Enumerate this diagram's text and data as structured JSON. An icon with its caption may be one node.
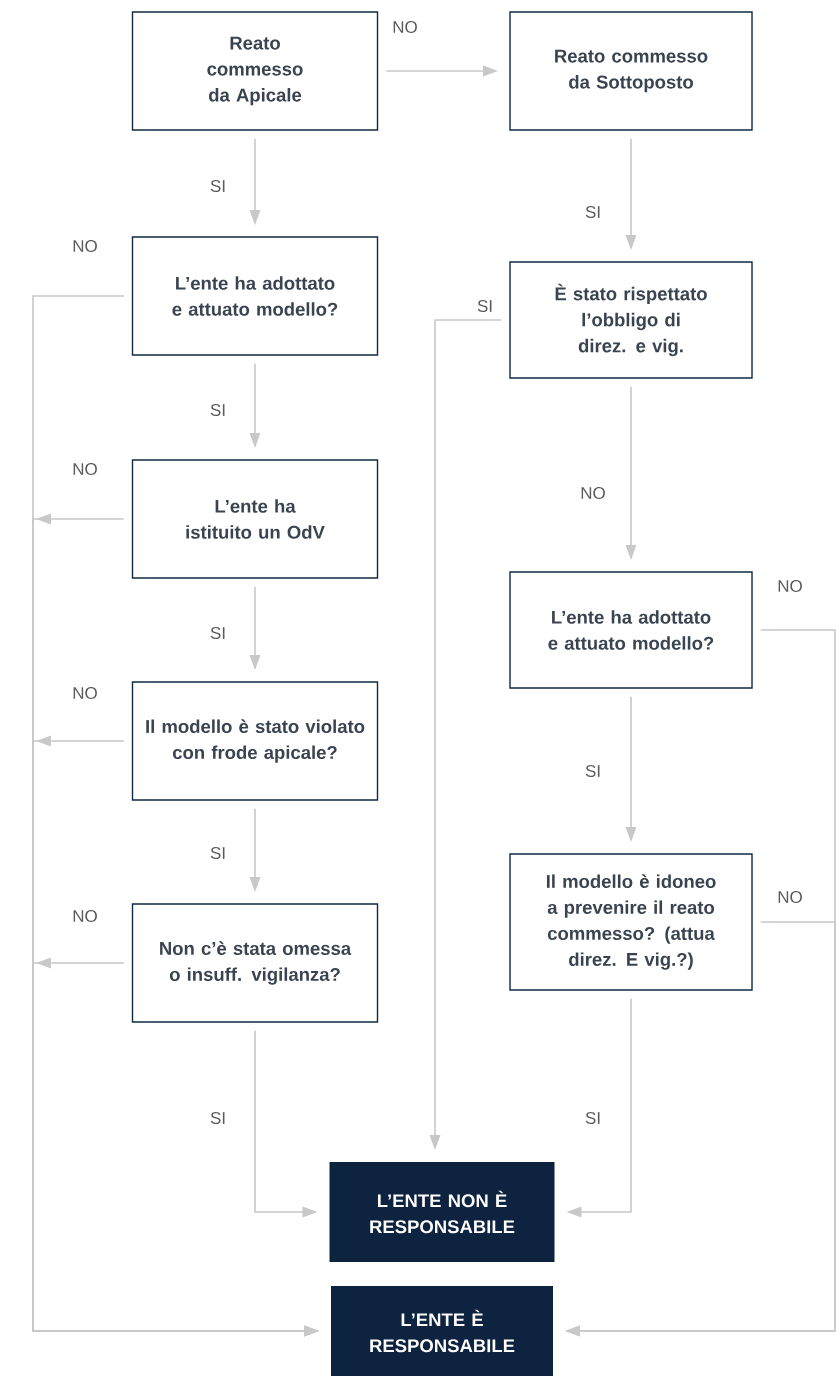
{
  "diagram": {
    "nodes": [
      {
        "text": [
          "Reato commesso da Apicale"
        ]
      },
      {
        "text": [
          "Reato commesso da Sottoposto"
        ]
      },
      {
        "text": [
          "L’ente ha adottato e attuato modello?"
        ]
      },
      {
        "text": [
          "È stato rispettato l’obbligo di direz. e vig."
        ]
      },
      {
        "text": [
          "L’ente ha istituito un OdV"
        ]
      },
      {
        "text": [
          "L’ente ha adottato e attuato modello?"
        ]
      },
      {
        "text": [
          "Il modello è stato violato con frode apicale?"
        ]
      },
      {
        "text": [
          "Il modello è idoneo a prevenire il reato commesso? (attua direz. E vig.?)"
        ]
      },
      {
        "text": [
          "Non c’è stata omessa o insuff. vigilanza?"
        ]
      },
      {
        "text": [
          "L’ENTE NON È RESPONSABILE"
        ]
      },
      {
        "text": [
          "L’ENTE È RESPONSABILE"
        ]
      }
    ],
    "edges": [
      {
        "from": 0,
        "to": 1,
        "arrow": "to",
        "label": "NO"
      },
      {
        "from": 0,
        "to": 2,
        "arrow": "to",
        "label": "SI"
      },
      {
        "from": 1,
        "to": 3,
        "arrow": "to",
        "label": "SI"
      },
      {
        "from": 2,
        "to": 10,
        "arrow": "to",
        "label": "NO"
      },
      {
        "from": 3,
        "to": 9,
        "arrow": "to",
        "label": "SI"
      },
      {
        "from": 2,
        "to": 4,
        "arrow": "to",
        "label": "SI"
      },
      {
        "from": 4,
        "to": 10,
        "arrow": "to",
        "label": "NO"
      },
      {
        "from": 3,
        "to": 5,
        "arrow": "to",
        "label": "NO"
      },
      {
        "from": 4,
        "to": 6,
        "arrow": "to",
        "label": "SI"
      },
      {
        "from": 5,
        "to": 10,
        "arrow": "to",
        "label": "NO"
      },
      {
        "from": 6,
        "to": 10,
        "arrow": "to",
        "label": "NO"
      },
      {
        "from": 5,
        "to": 7,
        "arrow": "to",
        "label": "SI"
      },
      {
        "from": 6,
        "to": 8,
        "arrow": "to",
        "label": "SI"
      },
      {
        "from": 8,
        "to": 10,
        "arrow": "to",
        "label": "NO"
      },
      {
        "from": 7,
        "to": 10,
        "arrow": "to",
        "label": "NO"
      },
      {
        "from": 8,
        "to": 9,
        "arrow": "to",
        "label": "SI"
      },
      {
        "from": 7,
        "to": 9,
        "arrow": "to",
        "label": "SI"
      }
    ]
  }
}
